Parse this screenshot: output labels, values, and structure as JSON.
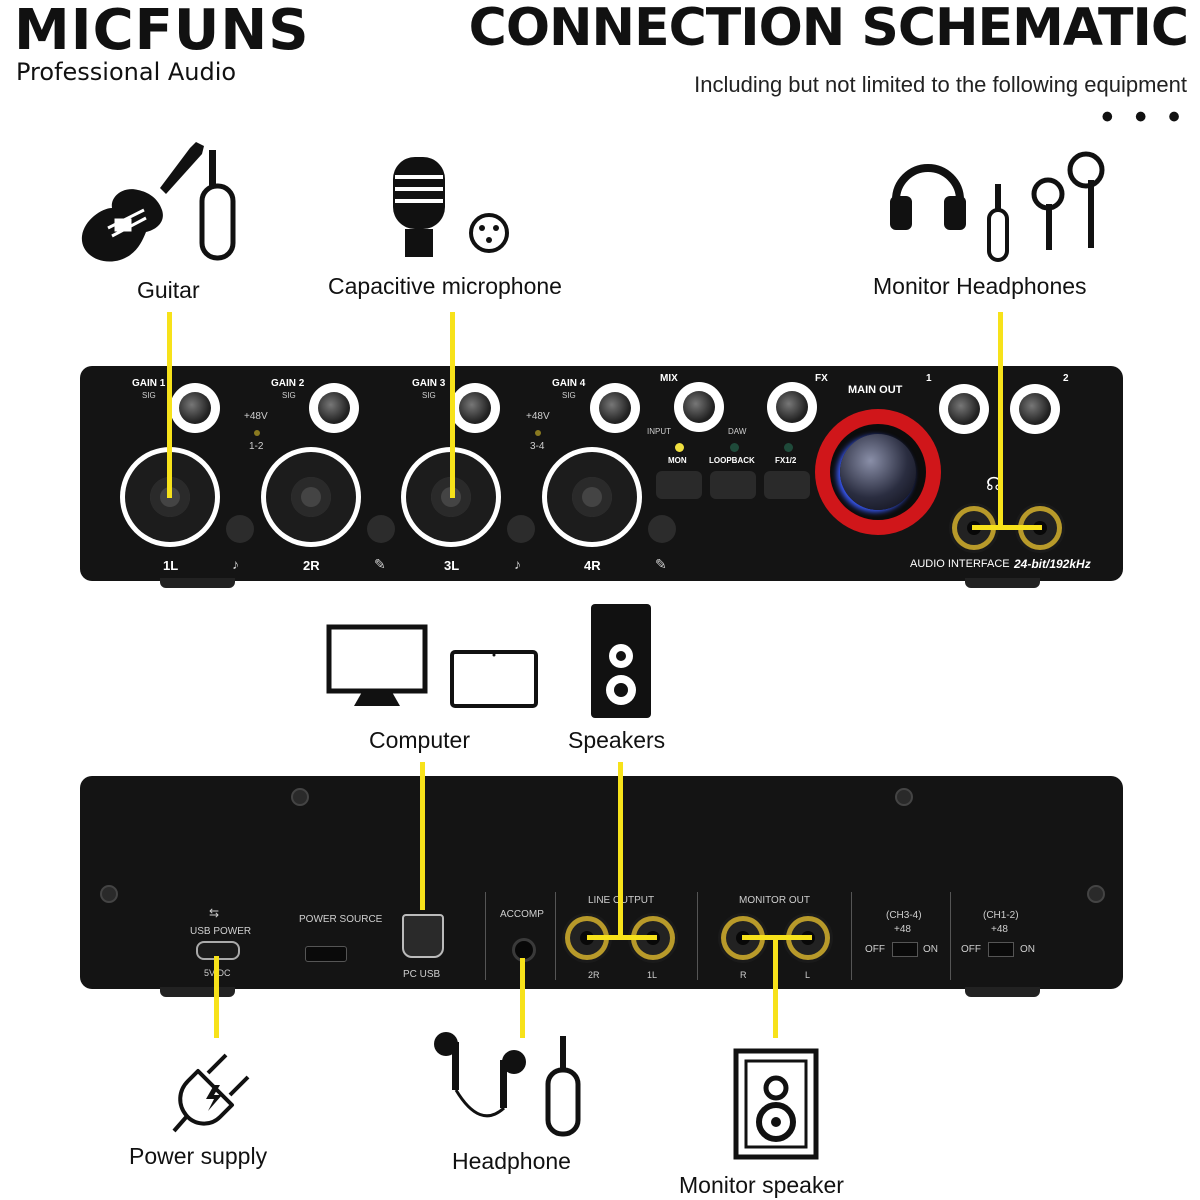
{
  "header": {
    "brand": "MICFUNS",
    "tagline": "Professional Audio",
    "title": "CONNECTION SCHEMATIC",
    "subtitle": "Including but not limited to the following equipment",
    "ellipsis": "• • •"
  },
  "devices": {
    "guitar": "Guitar",
    "microphone": "Capacitive microphone",
    "monitor_headphones": "Monitor Headphones",
    "computer": "Computer",
    "speakers": "Speakers",
    "power_supply": "Power supply",
    "headphone": "Headphone",
    "monitor_speaker": "Monitor speaker"
  },
  "front_panel": {
    "gain_labels": [
      "GAIN 1",
      "GAIN 2",
      "GAIN 3",
      "GAIN 4"
    ],
    "sig": "SIG",
    "phantom": "+48V",
    "phantom_groups": [
      "1-2",
      "3-4"
    ],
    "channels": [
      "1L",
      "2R",
      "3L",
      "4R"
    ],
    "mix": "MIX",
    "input": "INPUT",
    "daw": "DAW",
    "fx": "FX",
    "main_out": "MAIN OUT",
    "hp1": "1",
    "hp2": "2",
    "buttons": [
      "MON",
      "LOOPBACK",
      "FX1/2"
    ],
    "model": "AUDIO INTERFACE",
    "spec": "24-bit/192kHz"
  },
  "rear_panel": {
    "usb_power": "USB POWER",
    "dc": "5V DC",
    "power_source": "POWER SOURCE",
    "pc_usb": "PC USB",
    "accomp": "ACCOMP",
    "line_output": "LINE OUTPUT",
    "line_jacks": [
      "2R",
      "1L"
    ],
    "monitor_out": "MONITOR OUT",
    "monitor_jacks": [
      "R",
      "L"
    ],
    "ch34": "(CH3-4)",
    "ch12": "(CH1-2)",
    "plus48": "+48",
    "off": "OFF",
    "on": "ON"
  },
  "colors": {
    "connector_line": "#f7e21a",
    "main_ring": "#d0161a",
    "panel": "#141414"
  }
}
